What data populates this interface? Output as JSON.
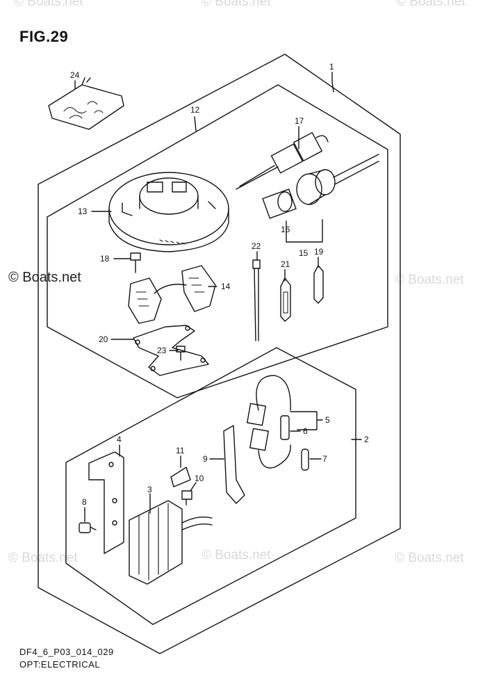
{
  "figure": {
    "title": "FIG.29"
  },
  "watermarks": {
    "top_left": "© Boats.net",
    "top_mid": "© Boats.net",
    "top_right": "© Boats.net",
    "mid_left": "© Boats.net",
    "mid_right": "© Boats.net",
    "low_left": "© Boats.net",
    "low_mid": "© Boats.net",
    "low_right": "© Boats.net"
  },
  "footer": {
    "code": "DF4_6_P03_014_029",
    "caption": "OPT:ELECTRICAL"
  },
  "callouts": {
    "c1": "1",
    "c2": "2",
    "c3": "3",
    "c4": "4",
    "c5": "5",
    "c6": "6",
    "c7": "7",
    "c8": "8",
    "c9": "9",
    "c10": "10",
    "c11": "11",
    "c12": "12",
    "c13": "13",
    "c14": "14",
    "c15": "15",
    "c16": "16",
    "c17": "17",
    "c18": "18",
    "c19": "19",
    "c20": "20",
    "c21": "21",
    "c22": "22",
    "c23": "23",
    "c24": "24"
  }
}
